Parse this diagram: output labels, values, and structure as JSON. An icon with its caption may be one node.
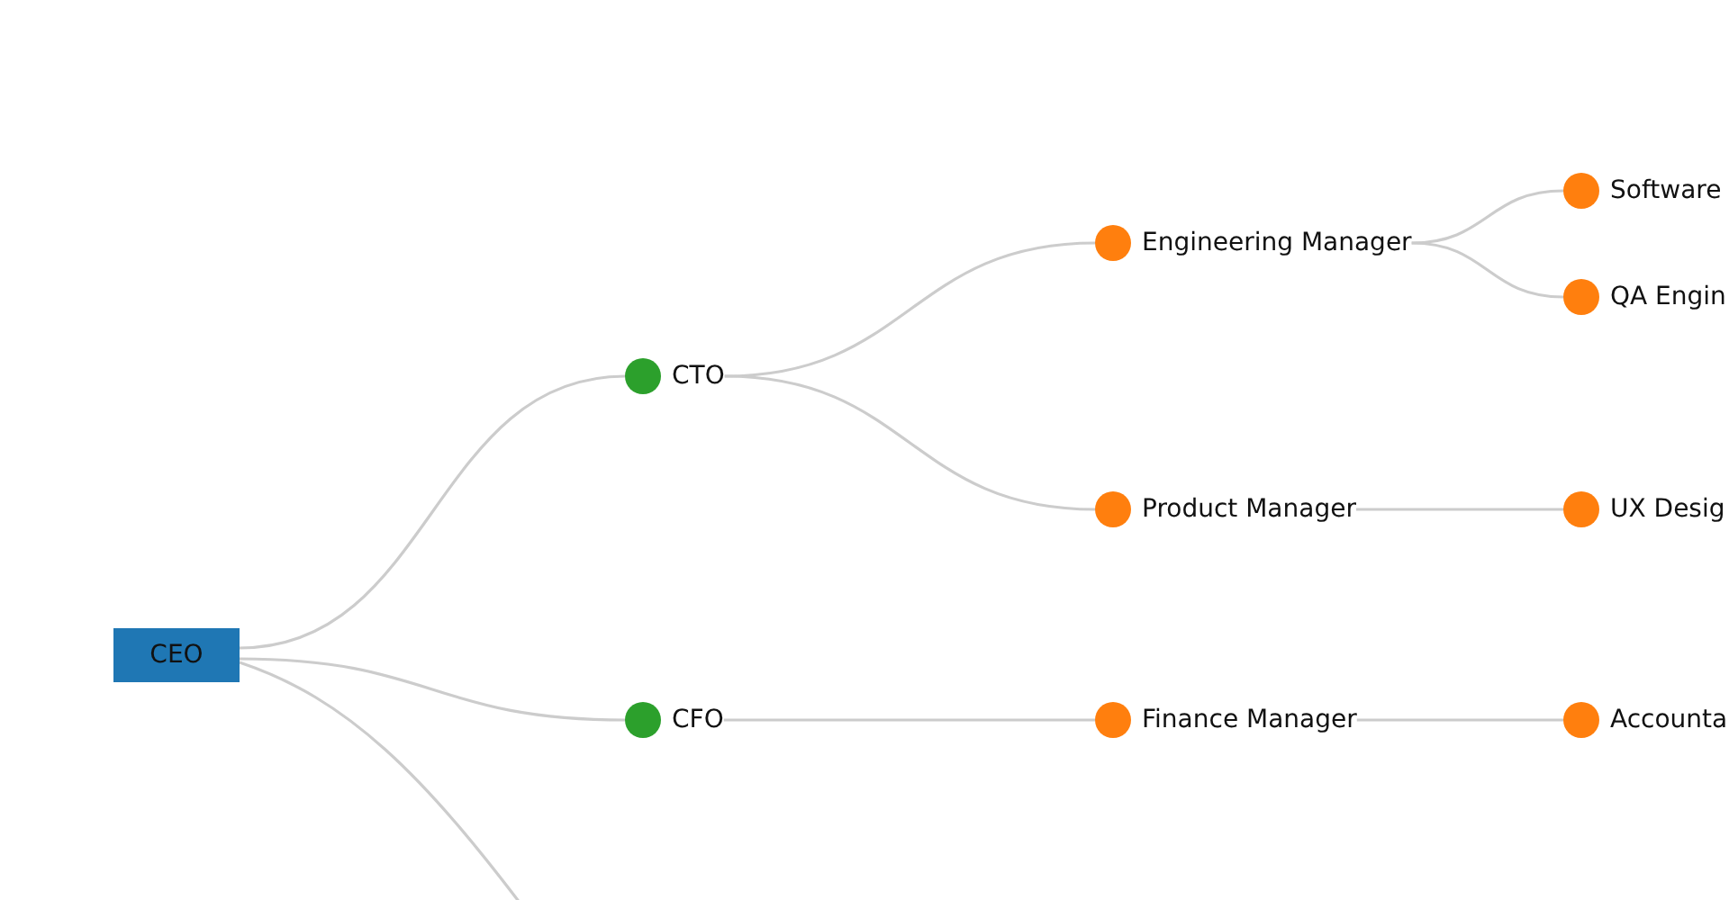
{
  "diagram": {
    "nodes": [
      {
        "text": [
          "CEO"
        ]
      },
      {
        "text": [
          "CTO"
        ]
      },
      {
        "text": [
          "CFO"
        ]
      },
      {
        "text": [
          "Engineering Manager"
        ]
      },
      {
        "text": [
          "Product Manager"
        ]
      },
      {
        "text": [
          "Finance Manager"
        ]
      },
      {
        "text": [
          "Software"
        ]
      },
      {
        "text": [
          "QA Engin"
        ]
      },
      {
        "text": [
          "UX Desig"
        ]
      },
      {
        "text": [
          "Accounta"
        ]
      }
    ],
    "edges": [
      {
        "from": 0,
        "to": 1,
        "arrow": "none"
      },
      {
        "from": 0,
        "to": 2,
        "arrow": "none"
      },
      {
        "from": 0,
        "to": null,
        "arrow": "none"
      },
      {
        "from": 1,
        "to": 3,
        "arrow": "none"
      },
      {
        "from": 1,
        "to": 4,
        "arrow": "none"
      },
      {
        "from": 2,
        "to": 5,
        "arrow": "none"
      },
      {
        "from": 3,
        "to": 6,
        "arrow": "none"
      },
      {
        "from": 3,
        "to": 7,
        "arrow": "none"
      },
      {
        "from": 4,
        "to": 8,
        "arrow": "none"
      },
      {
        "from": 5,
        "to": 9,
        "arrow": "none"
      }
    ]
  }
}
